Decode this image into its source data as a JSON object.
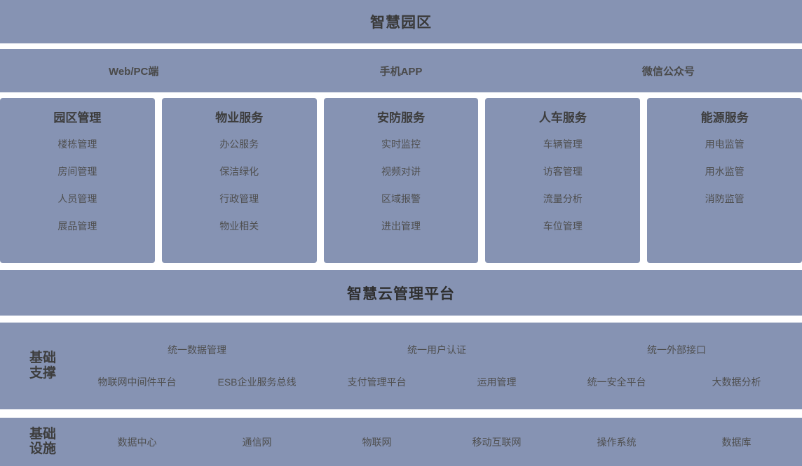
{
  "header": {
    "title": "智慧园区"
  },
  "channels": [
    {
      "label": "Web/PC端"
    },
    {
      "label": "手机APP"
    },
    {
      "label": "微信公众号"
    }
  ],
  "service_columns": [
    {
      "title": "园区管理",
      "items": [
        "楼栋管理",
        "房间管理",
        "人员管理",
        "展品管理"
      ]
    },
    {
      "title": "物业服务",
      "items": [
        "办公服务",
        "保洁绿化",
        "行政管理",
        "物业相关"
      ]
    },
    {
      "title": "安防服务",
      "items": [
        "实时监控",
        "视频对讲",
        "区域报警",
        "进出管理"
      ]
    },
    {
      "title": "人车服务",
      "items": [
        "车辆管理",
        "访客管理",
        "流量分析",
        "车位管理"
      ]
    },
    {
      "title": "能源服务",
      "items": [
        "用电监管",
        "用水监管",
        "消防监管"
      ]
    }
  ],
  "platform": {
    "title": "智慧云管理平台"
  },
  "support": {
    "label": "基础支撑",
    "top_row": [
      "统一数据管理",
      "统一用户认证",
      "统一外部接口"
    ],
    "bottom_row": [
      "物联网中间件平台",
      "ESB企业服务总线",
      "支付管理平台",
      "运用管理",
      "统一安全平台",
      "大数据分析"
    ]
  },
  "infrastructure": {
    "label": "基础设施",
    "items": [
      "数据中心",
      "通信网",
      "物联网",
      "移动互联网",
      "操作系统",
      "数据库"
    ]
  },
  "colors": {
    "band": "#8693b3",
    "page_background": "#ffffff",
    "text_dark": "#3a3a3a",
    "text_body": "#4f4f4f"
  }
}
